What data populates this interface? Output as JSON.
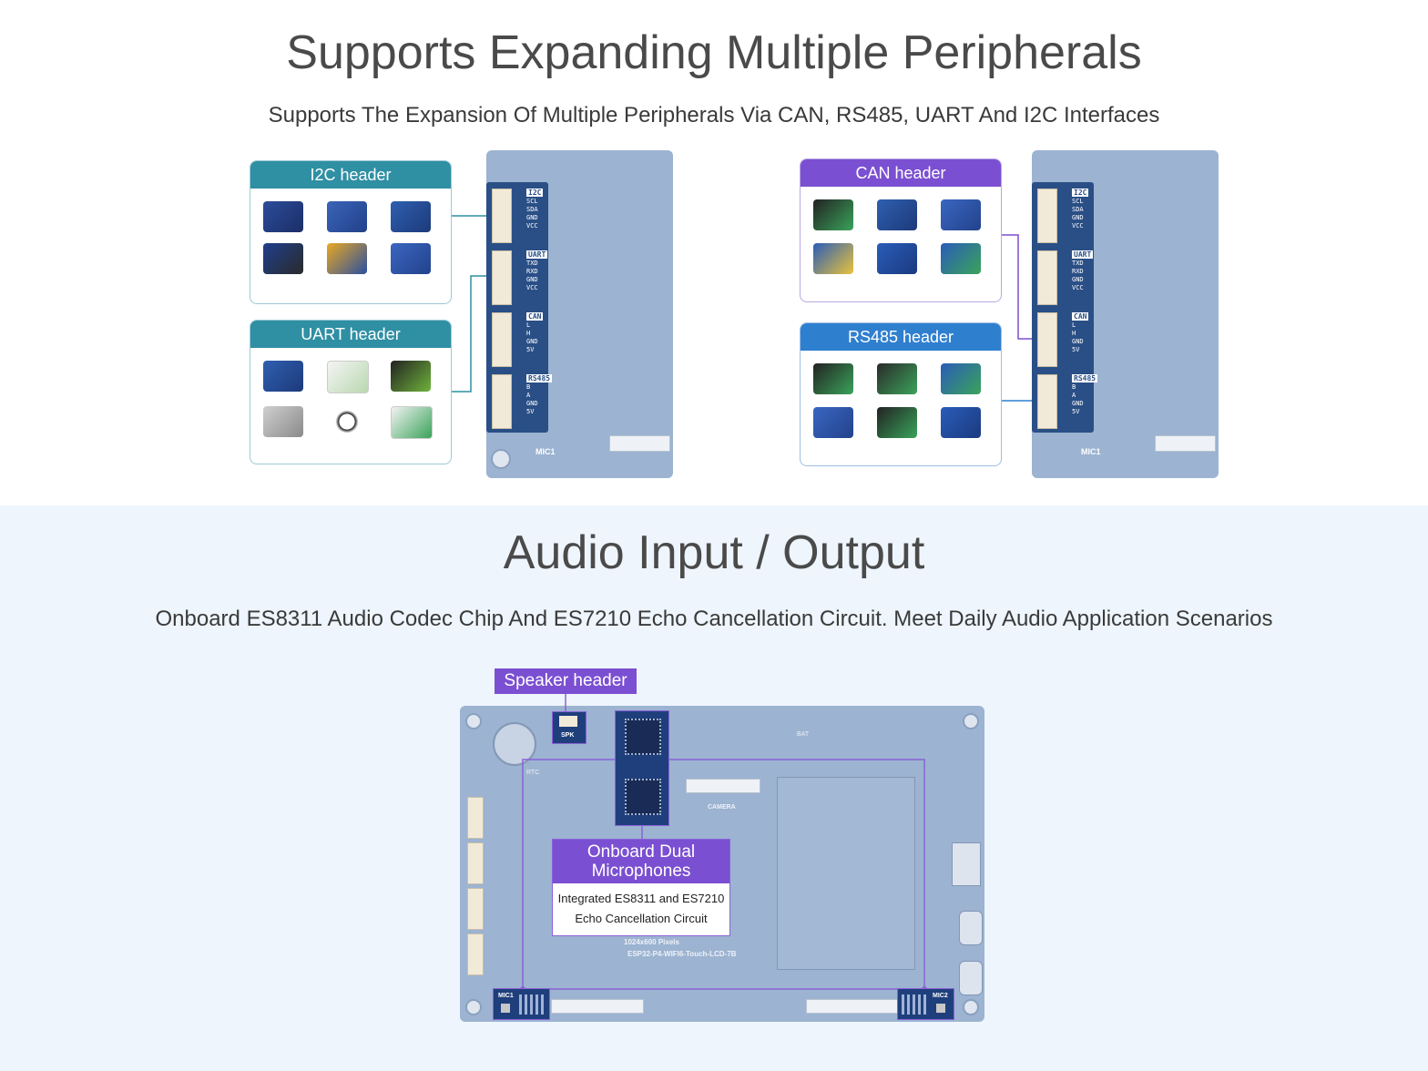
{
  "section1": {
    "title": "Supports Expanding Multiple Peripherals",
    "subtitle": "Supports The Expansion Of Multiple Peripherals Via CAN, RS485, UART And I2C Interfaces",
    "cards": {
      "i2c": "I2C header",
      "uart": "UART header",
      "can": "CAN header",
      "rs485": "RS485 header"
    },
    "board_labels": {
      "i2c": "I2C",
      "i2c_pins": [
        "SCL",
        "SDA",
        "GND",
        "VCC"
      ],
      "uart": "UART",
      "uart_pins": [
        "TXD",
        "RXD",
        "GND",
        "VCC"
      ],
      "can": "CAN",
      "can_pins": [
        "L",
        "H",
        "GND",
        "5V"
      ],
      "rs485": "RS485",
      "rs485_pins": [
        "B",
        "A",
        "GND",
        "5V"
      ],
      "mic": "MIC1"
    }
  },
  "section2": {
    "title": "Audio Input / Output",
    "subtitle": "Onboard ES8311 Audio Codec Chip And ES7210 Echo Cancellation Circuit. Meet Daily Audio Application Scenarios",
    "speaker_label": "Speaker header",
    "mic_title_line1": "Onboard Dual",
    "mic_title_line2": "Microphones",
    "mic_desc_line1": "Integrated ES8311 and ES7210",
    "mic_desc_line2": "Echo Cancellation Circuit",
    "board_text_pixels": "1024x600 Pixels",
    "board_text_model": "ESP32-P4-WIFI6-Touch-LCD-7B",
    "board_text_camera": "CAMERA",
    "board_text_spk": "SPK",
    "board_text_rtc": "RTC",
    "board_text_bat": "BAT",
    "board_text_mic1": "MIC1",
    "board_text_mic2": "MIC2"
  },
  "colors": {
    "teal": "#2f8fa3",
    "purple": "#7b4fd1",
    "blue": "#2f7fcf",
    "board": "#9cb3d1",
    "bottom_bg": "#eef5fc"
  }
}
